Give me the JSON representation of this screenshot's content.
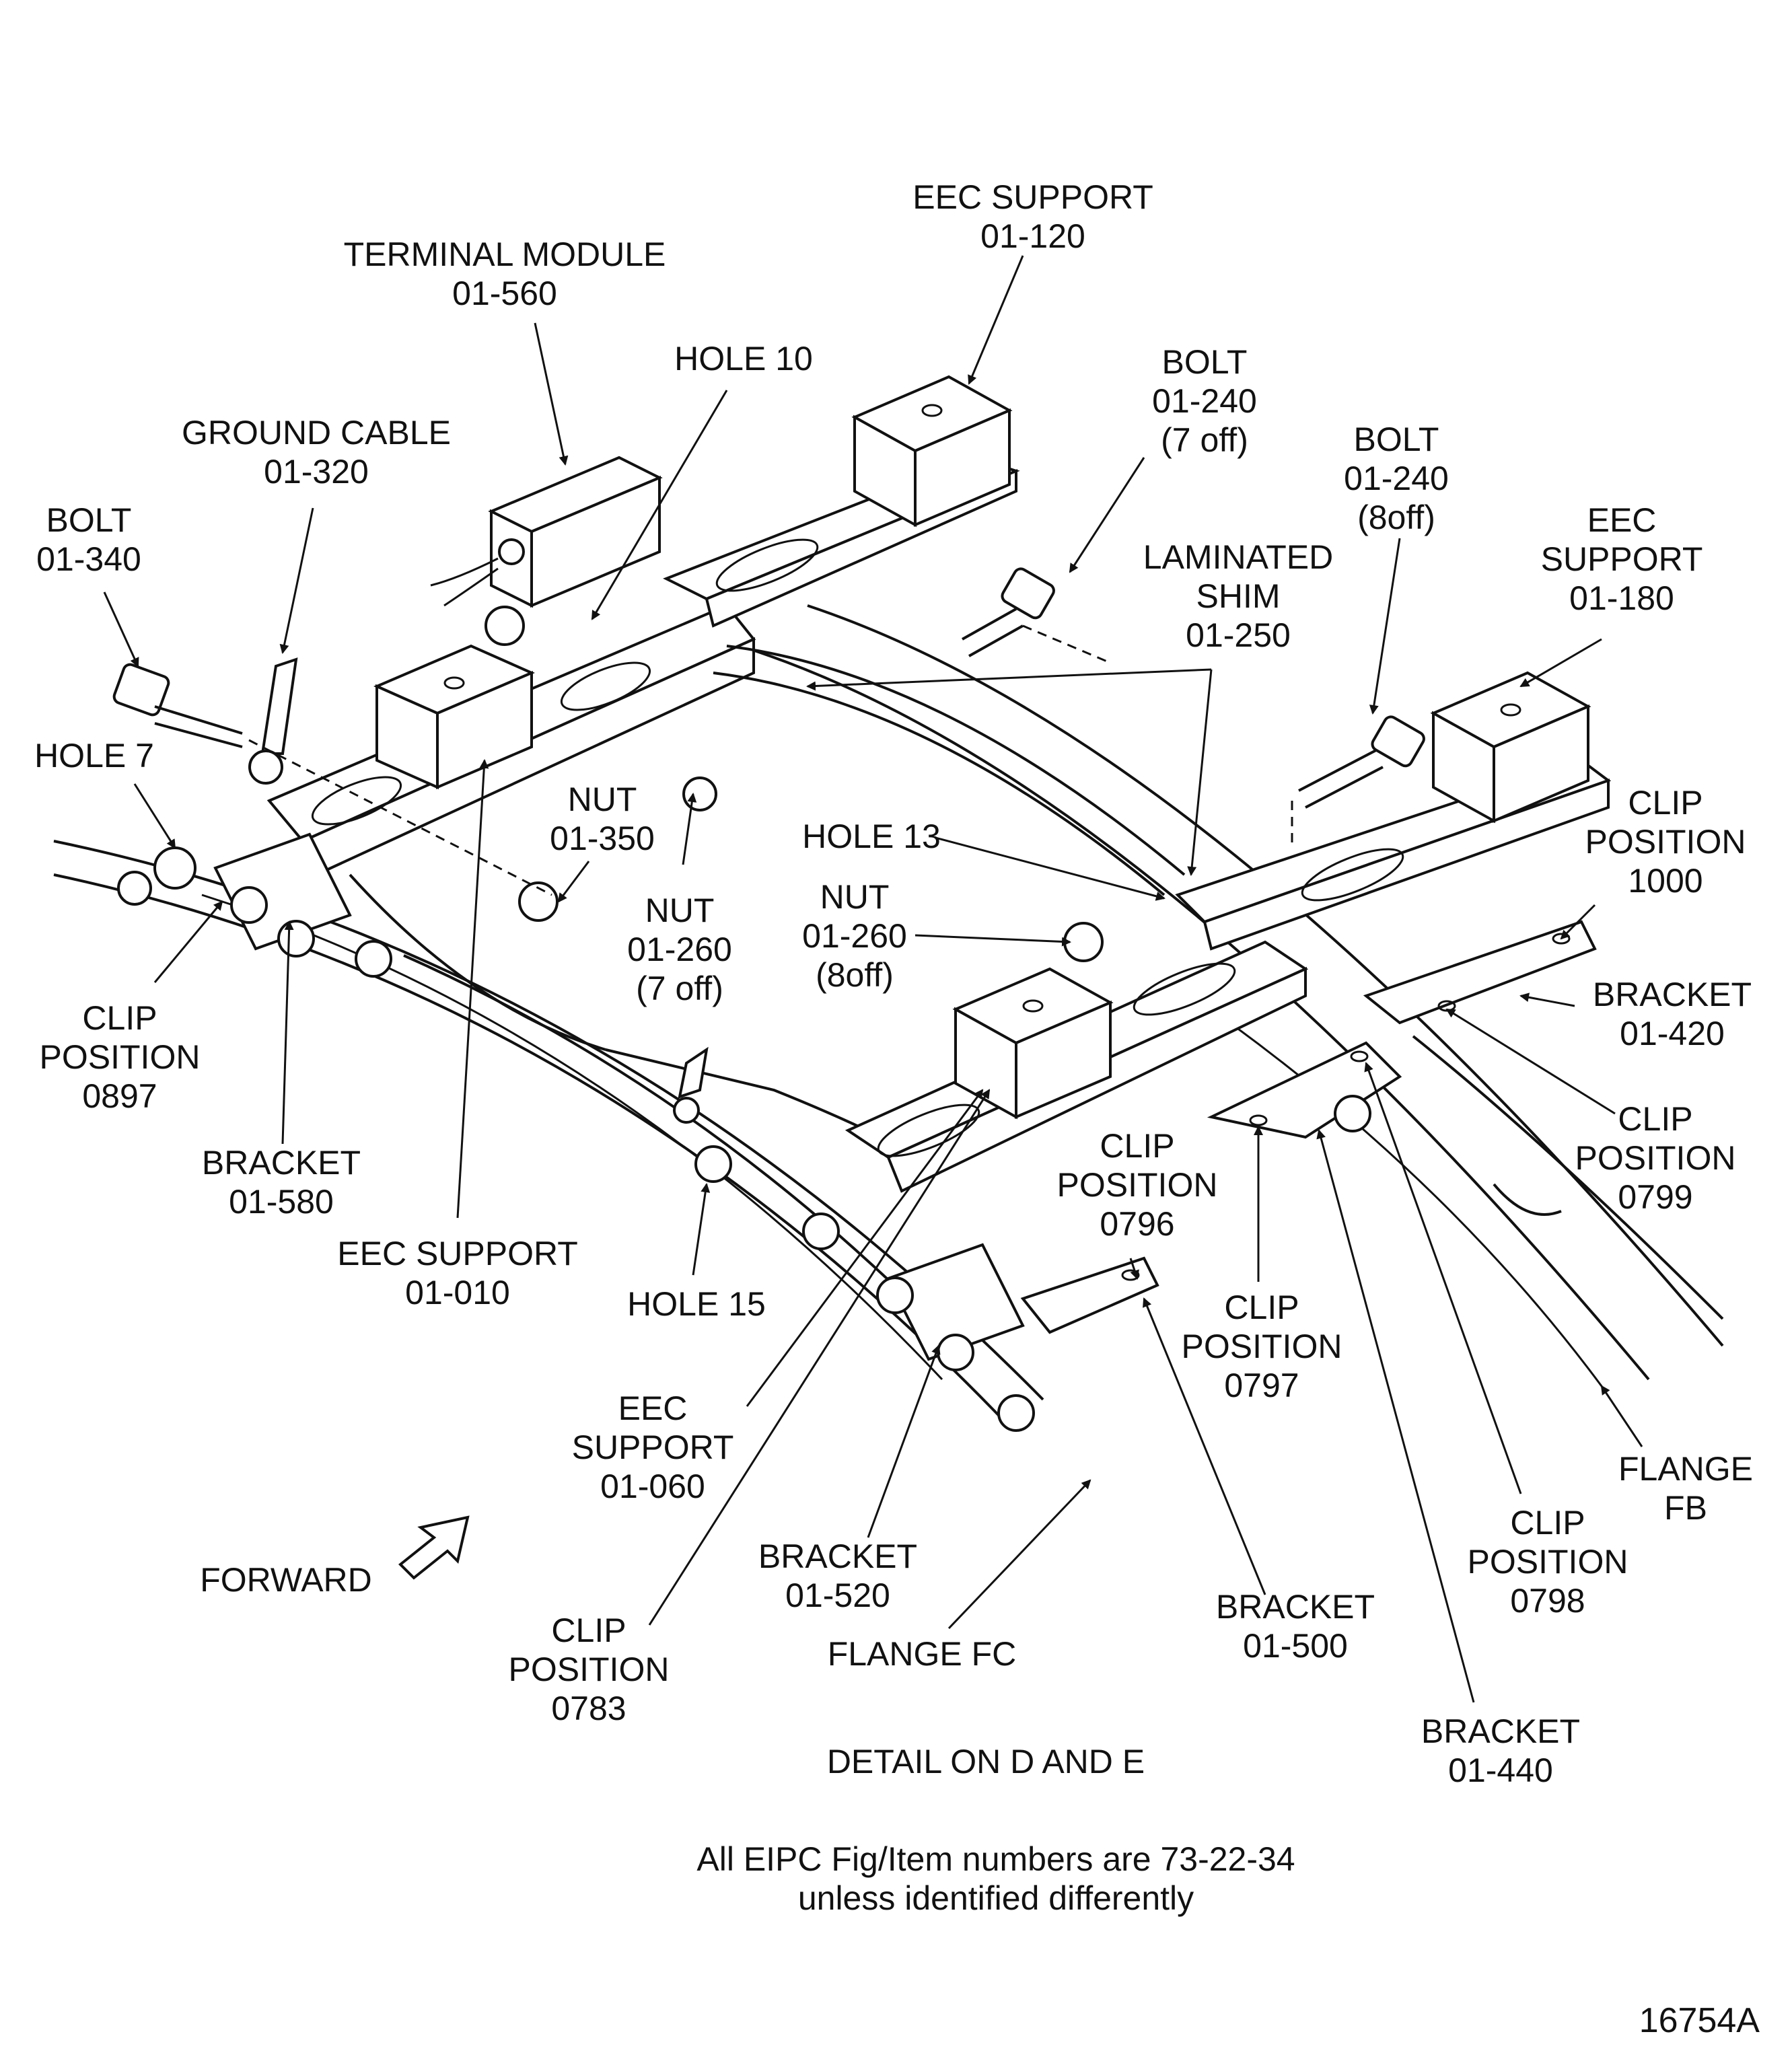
{
  "labels": {
    "eec_support_120": [
      "EEC SUPPORT",
      "01-120"
    ],
    "terminal_module": [
      "TERMINAL MODULE",
      "01-560"
    ],
    "hole_10": [
      "HOLE 10"
    ],
    "bolt_240_7off": [
      "BOLT",
      "01-240",
      "(7 off)"
    ],
    "ground_cable": [
      "GROUND  CABLE",
      "01-320"
    ],
    "bolt_240_8off": [
      "BOLT",
      "01-240",
      "(8off)"
    ],
    "bolt_340": [
      "BOLT",
      "01-340"
    ],
    "laminated_shim": [
      "LAMINATED",
      "SHIM",
      "01-250"
    ],
    "eec_support_180": [
      "EEC",
      "SUPPORT",
      "01-180"
    ],
    "hole_7": [
      "HOLE 7"
    ],
    "nut_350": [
      "NUT",
      "01-350"
    ],
    "hole_13": [
      "HOLE 13"
    ],
    "clip_1000": [
      "CLIP",
      "POSITION",
      "1000"
    ],
    "nut_260_7off": [
      "NUT",
      "01-260",
      "(7 off)"
    ],
    "nut_260_8off": [
      "NUT",
      "01-260",
      "(8off)"
    ],
    "bracket_420": [
      "BRACKET",
      "01-420"
    ],
    "clip_0897": [
      "CLIP",
      "POSITION",
      "0897"
    ],
    "clip_0799": [
      "CLIP",
      "POSITION",
      "0799"
    ],
    "bracket_580": [
      "BRACKET",
      "01-580"
    ],
    "clip_0796": [
      "CLIP",
      "POSITION",
      "0796"
    ],
    "eec_support_010": [
      "EEC SUPPORT",
      "01-010"
    ],
    "hole_15": [
      "HOLE 15"
    ],
    "clip_0797": [
      "CLIP",
      "POSITION",
      "0797"
    ],
    "eec_support_060": [
      "EEC",
      "SUPPORT",
      "01-060"
    ],
    "flange_fb": [
      "FLANGE",
      "FB"
    ],
    "clip_0798": [
      "CLIP",
      "POSITION",
      "0798"
    ],
    "forward": [
      "FORWARD"
    ],
    "bracket_520": [
      "BRACKET",
      "01-520"
    ],
    "bracket_500": [
      "BRACKET",
      "01-500"
    ],
    "flange_fc": [
      "FLANGE FC"
    ],
    "clip_0783": [
      "CLIP",
      "POSITION",
      "0783"
    ],
    "bracket_440": [
      "BRACKET",
      "01-440"
    ]
  },
  "detail_title": "DETAIL ON D AND E",
  "footnote": {
    "line1": "All EIPC Fig/Item numbers are 73-22-34",
    "line2": "unless identified differently"
  },
  "figure_number": "16754A"
}
